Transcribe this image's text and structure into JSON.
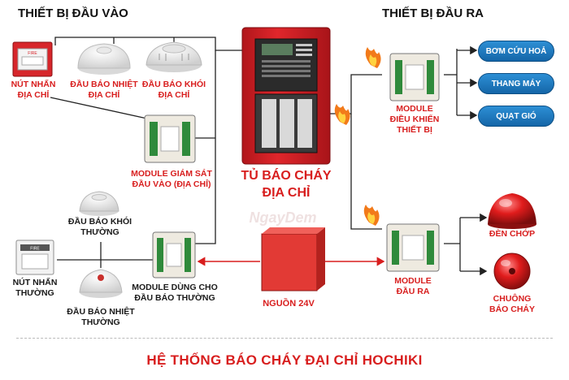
{
  "sections": {
    "inputs": "THIẾT BỊ ĐẦU VÀO",
    "outputs": "THIẾT BỊ ĐẦU RA"
  },
  "inputs": {
    "manual_call_point": [
      "NÚT NHẤN",
      "ĐỊA CHỈ"
    ],
    "heat_detector": [
      "ĐẦU BÁO NHIỆT",
      "ĐỊA CHỈ"
    ],
    "smoke_detector": [
      "ĐẦU BÁO KHÓI",
      "ĐỊA CHỈ"
    ],
    "input_module": [
      "MODULE GIÁM SÁT",
      "ĐẦU VÀO (ĐỊA CHỈ)"
    ],
    "conv_smoke": [
      "ĐẦU BÁO KHÓI",
      "THƯỜNG"
    ],
    "conv_button": [
      "NÚT NHẤN",
      "THƯỜNG"
    ],
    "conv_heat": [
      "ĐẦU BÁO NHIỆT",
      "THƯỜNG"
    ],
    "conv_module": [
      "MODULE DÙNG CHO",
      "ĐẦU BÁO THƯỜNG"
    ]
  },
  "panel": {
    "label": [
      "TỦ BÁO CHÁY",
      "ĐỊA CHỈ"
    ]
  },
  "power": {
    "label": "NGUỒN 24V"
  },
  "outputs": {
    "control_module": [
      "MODULE",
      "ĐIỀU KHIỂN",
      "THIẾT BỊ"
    ],
    "targets": [
      "BƠM CỨU HOẢ",
      "THANG MÁY",
      "QUẠT GIÓ"
    ],
    "output_module": [
      "MODULE",
      "ĐẦU RA"
    ],
    "strobe": "ĐÈN CHỚP",
    "bell": [
      "CHUÔNG",
      "BÁO CHÁY"
    ]
  },
  "watermark": "NgayDem",
  "title": "HỆ THỐNG BÁO CHÁY ĐẠI CHỈ HOCHIKI",
  "colors": {
    "accent_red": "#d81e1e",
    "pill_blue": "#1f7bc4",
    "panel_red": "#c91f24"
  }
}
